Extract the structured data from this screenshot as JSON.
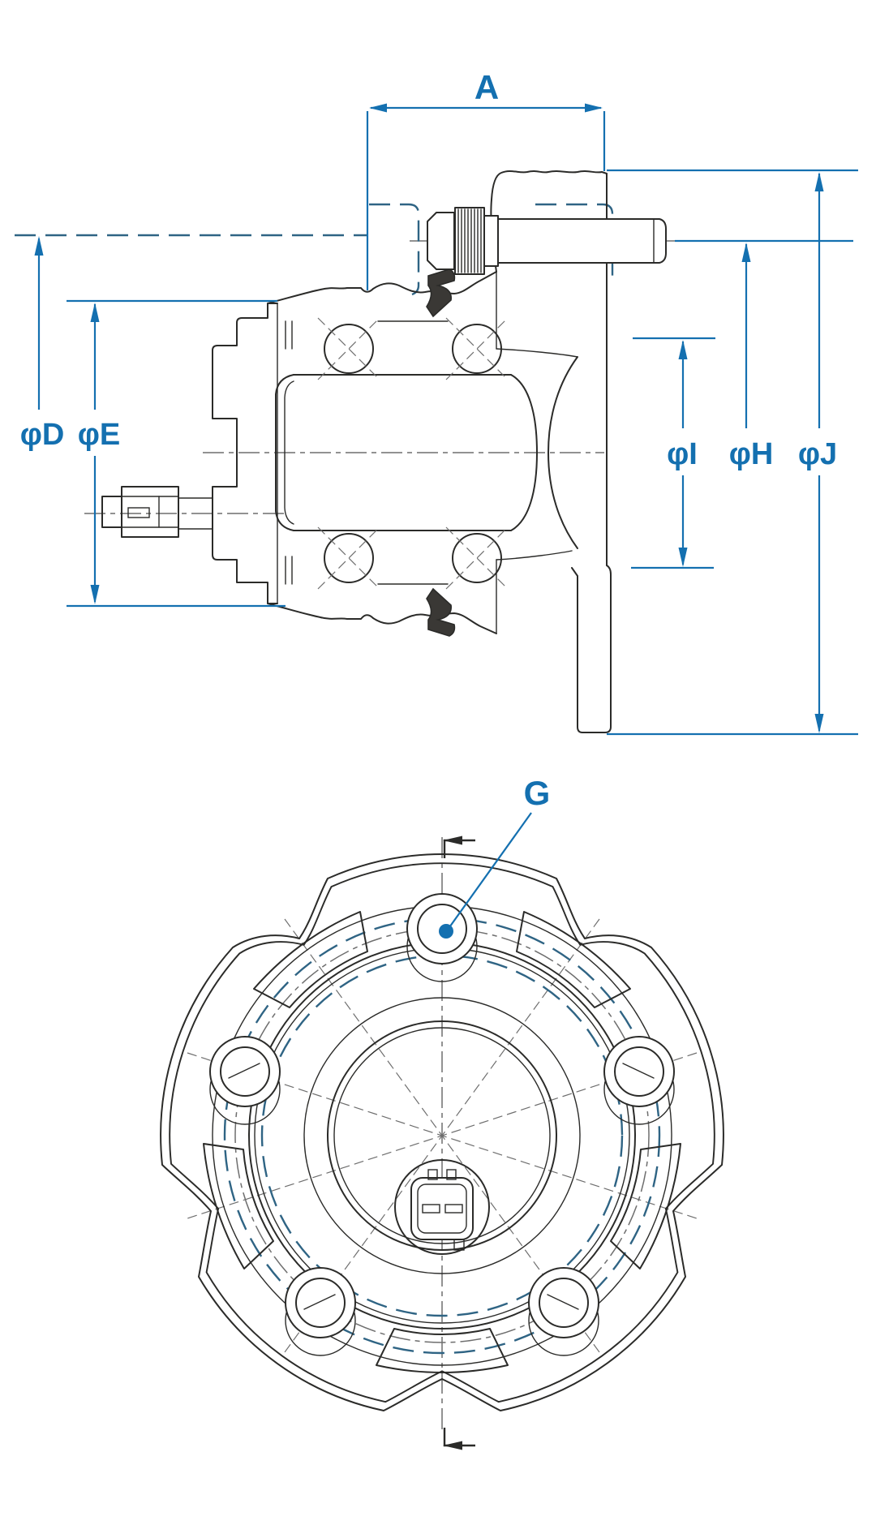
{
  "drawing": {
    "type": "engineering-drawing",
    "subject": "wheel hub bearing unit, cross-section and front view",
    "labels": {
      "dim_a": "A",
      "dim_d": "φD",
      "dim_e": "φE",
      "dim_i": "φI",
      "dim_h": "φH",
      "dim_j": "φJ",
      "dim_g": "G"
    },
    "colors": {
      "dimension": "#1470b0",
      "outline": "#2b2b29",
      "phantom": "#2f6484",
      "centerline": "#6e6e6e",
      "background": "#ffffff"
    }
  }
}
